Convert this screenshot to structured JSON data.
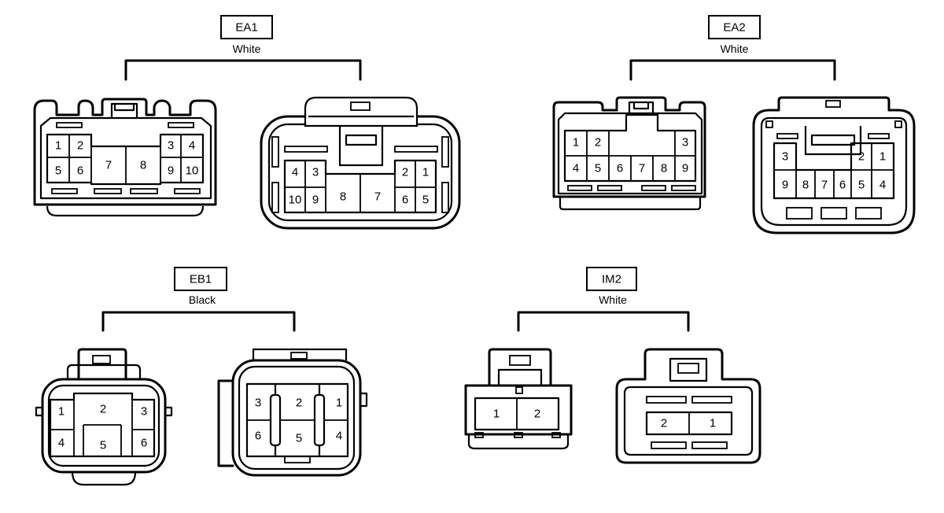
{
  "connectors": {
    "ea1": {
      "code": "EA1",
      "color": "White",
      "left_pins": [
        "1",
        "2",
        "5",
        "6",
        "7",
        "8",
        "3",
        "4",
        "9",
        "10"
      ],
      "right_pins": [
        "4",
        "3",
        "2",
        "1",
        "10",
        "9",
        "8",
        "7",
        "6",
        "5"
      ]
    },
    "ea2": {
      "code": "EA2",
      "color": "White",
      "left_pins": [
        "1",
        "2",
        "3",
        "4",
        "5",
        "6",
        "7",
        "8",
        "9"
      ],
      "right_pins": [
        "3",
        "2",
        "1",
        "9",
        "8",
        "7",
        "6",
        "5",
        "4"
      ]
    },
    "eb1": {
      "code": "EB1",
      "color": "Black",
      "left_pins": [
        "1",
        "2",
        "3",
        "4",
        "5",
        "6"
      ],
      "right_pins": [
        "3",
        "2",
        "1",
        "6",
        "5",
        "4"
      ]
    },
    "im2": {
      "code": "IM2",
      "color": "White",
      "left_pins": [
        "1",
        "2"
      ],
      "right_pins": [
        "2",
        "1"
      ]
    }
  }
}
